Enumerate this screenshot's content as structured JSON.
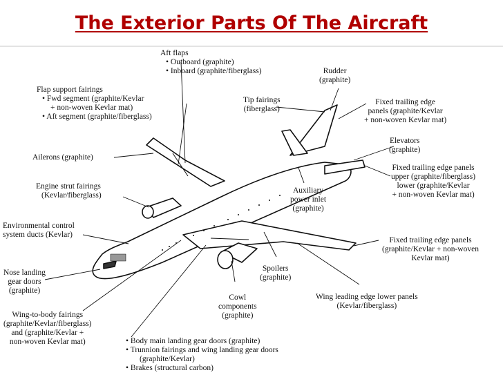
{
  "title": "The Exterior Parts Of The Aircraft",
  "labels": {
    "aft_flaps": [
      "Aft flaps",
      "• Outboard (graphite)",
      "• Inboard (graphite/fiberglass)"
    ],
    "rudder": [
      "Rudder",
      "(graphite)"
    ],
    "flap_support": [
      "Flap support fairings",
      "• Fwd segment (graphite/Kevlar",
      "+ non-woven Kevlar mat)",
      "• Aft segment (graphite/fiberglass)"
    ],
    "tip_fairings": [
      "Tip fairings",
      "(fiberglass)"
    ],
    "fixed_te_top": [
      "Fixed trailing edge",
      "panels (graphite/Kevlar",
      "+ non-woven Kevlar mat)"
    ],
    "elevators": [
      "Elevators",
      "(graphite)"
    ],
    "ailerons": [
      "Ailerons (graphite)"
    ],
    "fixed_te_mid": [
      "Fixed trailing edge panels",
      "upper (graphite/fiberglass)",
      "lower (graphite/Kevlar",
      "+ non-woven Kevlar mat)"
    ],
    "engine_strut": [
      "Engine strut fairings",
      "(Kevlar/fiberglass)"
    ],
    "apu_inlet": [
      "Auxiliary",
      "power inlet",
      "(graphite)"
    ],
    "env_control": [
      "Environmental control",
      "system ducts (Kevlar)"
    ],
    "fixed_te_low": [
      "Fixed trailing edge panels",
      "(graphite/Kevlar + non-woven",
      "Kevlar mat)"
    ],
    "nose_gear": [
      "Nose landing",
      "gear doors",
      "(graphite)"
    ],
    "spoilers": [
      "Spoilers",
      "(graphite)"
    ],
    "cowl": [
      "Cowl",
      "components",
      "(graphite)"
    ],
    "wing_le_lower": [
      "Wing leading edge lower panels",
      "(Kevlar/fiberglass)"
    ],
    "wing_body": [
      "Wing-to-body fairings",
      "(graphite/Kevlar/fiberglass)",
      "and (graphite/Kevlar +",
      "non-woven Kevlar mat)"
    ],
    "bottom_list": [
      "• Body main landing gear doors (graphite)",
      "• Trunnion fairings and wing landing gear doors",
      "(graphite/Kevlar)",
      "• Brakes (structural carbon)"
    ]
  },
  "colors": {
    "title": "#b00000",
    "ink": "#111111"
  }
}
